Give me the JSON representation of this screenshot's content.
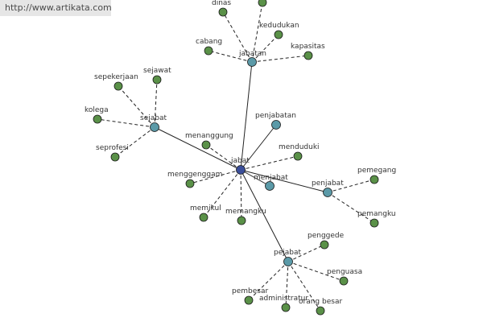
{
  "watermark": "http://www.artikata.com",
  "colors": {
    "center": "#3a4e9a",
    "hub": "#5b9aa8",
    "leaf": "#5a9148",
    "edge": "#222222"
  },
  "nodes": [
    {
      "id": "jabat",
      "label": "jabat",
      "type": "center"
    },
    {
      "id": "jabatan",
      "label": "jabatan",
      "type": "hub"
    },
    {
      "id": "sejabat",
      "label": "sejabat",
      "type": "hub"
    },
    {
      "id": "penjabatan",
      "label": "penjabatan",
      "type": "hub"
    },
    {
      "id": "menjabat",
      "label": "menjabat",
      "type": "hub"
    },
    {
      "id": "penjabat",
      "label": "penjabat",
      "type": "hub"
    },
    {
      "id": "pejabat",
      "label": "pejabat",
      "type": "hub"
    },
    {
      "id": "dinas",
      "label": "dinas",
      "type": "leaf"
    },
    {
      "id": "jabatan-top",
      "label": "",
      "type": "leaf"
    },
    {
      "id": "kedudukan",
      "label": "kedudukan",
      "type": "leaf"
    },
    {
      "id": "cabang",
      "label": "cabang",
      "type": "leaf"
    },
    {
      "id": "kapasitas",
      "label": "kapasitas",
      "type": "leaf"
    },
    {
      "id": "sepekerjaan",
      "label": "sepekerjaan",
      "type": "leaf"
    },
    {
      "id": "sejawat",
      "label": "sejawat",
      "type": "leaf"
    },
    {
      "id": "kolega",
      "label": "kolega",
      "type": "leaf"
    },
    {
      "id": "seprofesi",
      "label": "seprofesi",
      "type": "leaf"
    },
    {
      "id": "menanggung",
      "label": "menanggung",
      "type": "leaf"
    },
    {
      "id": "menduduki",
      "label": "menduduki",
      "type": "leaf"
    },
    {
      "id": "menggenggam",
      "label": "menggenggam",
      "type": "leaf"
    },
    {
      "id": "memikul",
      "label": "memikul",
      "type": "leaf"
    },
    {
      "id": "memangku",
      "label": "memangku",
      "type": "leaf"
    },
    {
      "id": "pemegang",
      "label": "pemegang",
      "type": "leaf"
    },
    {
      "id": "pemangku",
      "label": "pemangku",
      "type": "leaf"
    },
    {
      "id": "penggede",
      "label": "penggede",
      "type": "leaf"
    },
    {
      "id": "penguasa",
      "label": "penguasa",
      "type": "leaf"
    },
    {
      "id": "pembesar",
      "label": "pembesar",
      "type": "leaf"
    },
    {
      "id": "administratur",
      "label": "administratur",
      "type": "leaf"
    },
    {
      "id": "orang-besar",
      "label": "orang besar",
      "type": "leaf"
    }
  ],
  "edges": [
    {
      "from": "jabat",
      "to": "jabatan",
      "style": "solid"
    },
    {
      "from": "jabat",
      "to": "sejabat",
      "style": "solid"
    },
    {
      "from": "jabat",
      "to": "penjabatan",
      "style": "solid"
    },
    {
      "from": "jabat",
      "to": "menjabat",
      "style": "solid"
    },
    {
      "from": "jabat",
      "to": "penjabat",
      "style": "solid"
    },
    {
      "from": "jabat",
      "to": "pejabat",
      "style": "solid"
    },
    {
      "from": "jabat",
      "to": "menanggung",
      "style": "dashed"
    },
    {
      "from": "jabat",
      "to": "menduduki",
      "style": "dashed"
    },
    {
      "from": "jabat",
      "to": "menggenggam",
      "style": "dashed"
    },
    {
      "from": "jabat",
      "to": "memikul",
      "style": "dashed"
    },
    {
      "from": "jabat",
      "to": "memangku",
      "style": "dashed"
    },
    {
      "from": "jabatan",
      "to": "dinas",
      "style": "dashed"
    },
    {
      "from": "jabatan",
      "to": "jabatan-top",
      "style": "dashed"
    },
    {
      "from": "jabatan",
      "to": "kedudukan",
      "style": "dashed"
    },
    {
      "from": "jabatan",
      "to": "cabang",
      "style": "dashed"
    },
    {
      "from": "jabatan",
      "to": "kapasitas",
      "style": "dashed"
    },
    {
      "from": "sejabat",
      "to": "sepekerjaan",
      "style": "dashed"
    },
    {
      "from": "sejabat",
      "to": "sejawat",
      "style": "dashed"
    },
    {
      "from": "sejabat",
      "to": "kolega",
      "style": "dashed"
    },
    {
      "from": "sejabat",
      "to": "seprofesi",
      "style": "dashed"
    },
    {
      "from": "penjabat",
      "to": "pemegang",
      "style": "dashed"
    },
    {
      "from": "penjabat",
      "to": "pemangku",
      "style": "dashed"
    },
    {
      "from": "pejabat",
      "to": "penggede",
      "style": "dashed"
    },
    {
      "from": "pejabat",
      "to": "penguasa",
      "style": "dashed"
    },
    {
      "from": "pejabat",
      "to": "pembesar",
      "style": "dashed"
    },
    {
      "from": "pejabat",
      "to": "administratur",
      "style": "dashed"
    },
    {
      "from": "pejabat",
      "to": "orang-besar",
      "style": "dashed"
    }
  ]
}
